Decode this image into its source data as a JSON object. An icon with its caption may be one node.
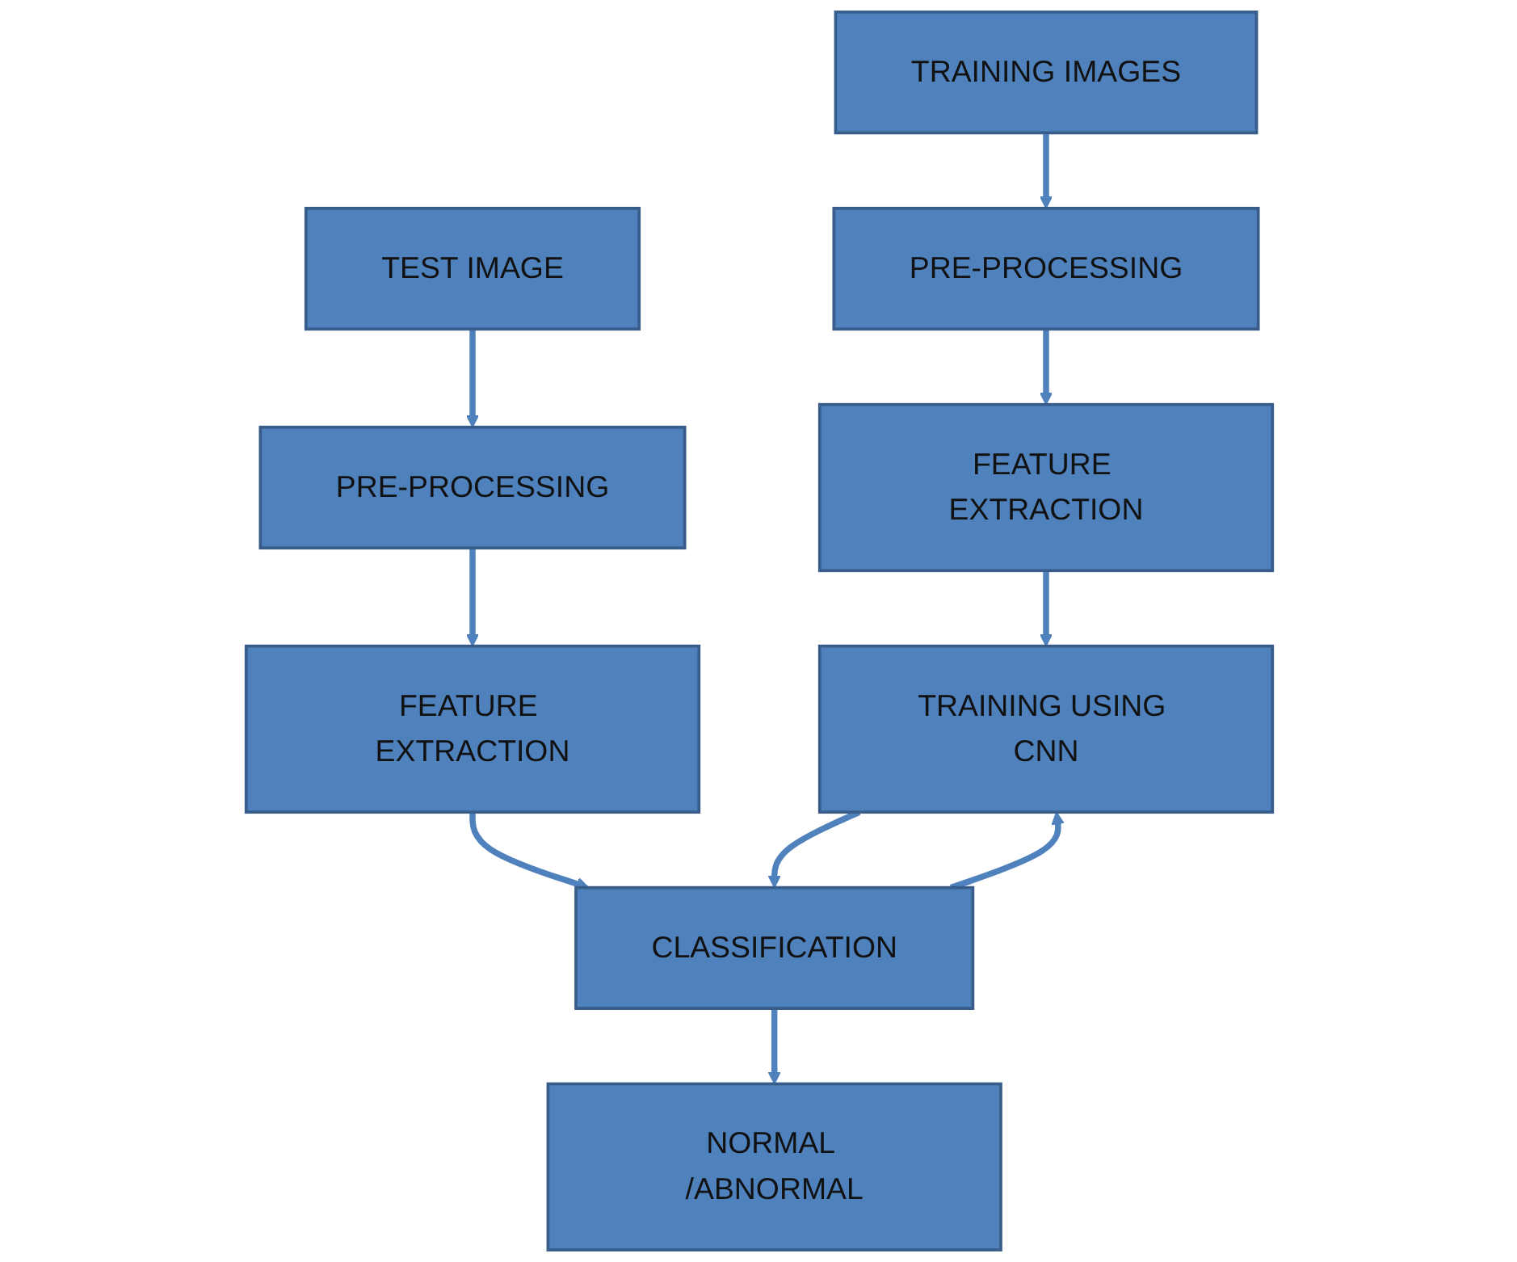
{
  "diagram": {
    "nodes": [
      {
        "text": [
          "TRAINING IMAGES"
        ]
      },
      {
        "text": [
          "PRE-PROCESSING"
        ]
      },
      {
        "text": [
          "FEATURE EXTRACTION"
        ]
      },
      {
        "text": [
          "TRAINING USING CNN"
        ]
      },
      {
        "text": [
          "TEST IMAGE"
        ]
      },
      {
        "text": [
          "PRE-PROCESSING"
        ]
      },
      {
        "text": [
          "FEATURE EXTRACTION"
        ]
      },
      {
        "text": [
          "CLASSIFICATION"
        ]
      },
      {
        "text": [
          "NORMAL /ABNORMAL"
        ]
      }
    ],
    "edges": [
      {
        "from": 0,
        "to": 1,
        "arrow": "to"
      },
      {
        "from": 1,
        "to": 2,
        "arrow": "to"
      },
      {
        "from": 2,
        "to": 3,
        "arrow": "to"
      },
      {
        "from": 4,
        "to": 5,
        "arrow": "to"
      },
      {
        "from": 5,
        "to": 6,
        "arrow": "to"
      },
      {
        "from": 6,
        "to": 7,
        "arrow": "to"
      },
      {
        "from": 3,
        "to": 7,
        "arrow": "to"
      },
      {
        "from": 7,
        "to": 3,
        "arrow": "to"
      },
      {
        "from": 7,
        "to": 8,
        "arrow": "to"
      }
    ]
  }
}
